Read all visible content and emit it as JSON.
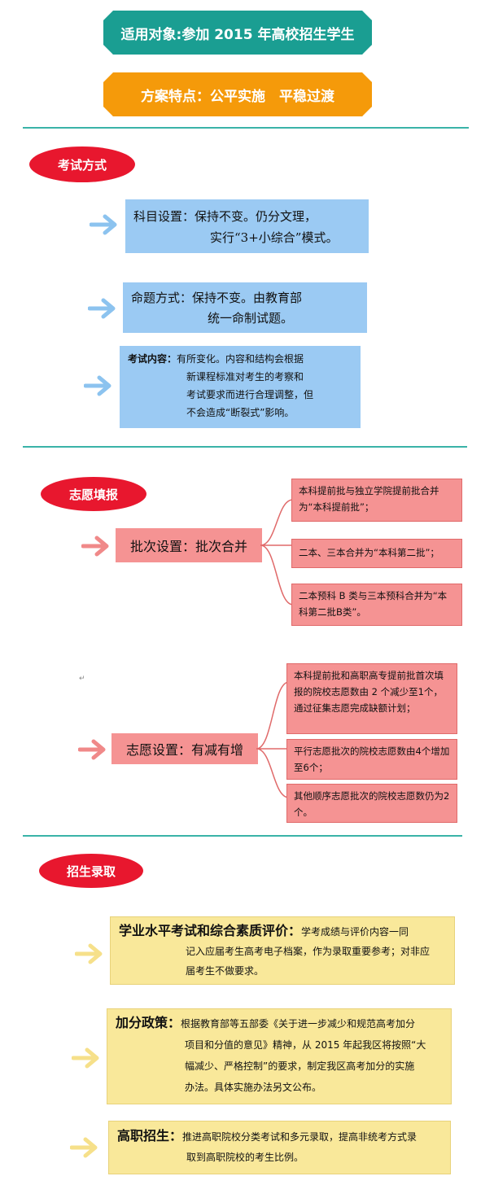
{
  "header": {
    "target": "适用对象:参加 2015 年高校招生学生",
    "features": "方案特点：公平实施　平稳过渡"
  },
  "exam": {
    "section_title": "考试方式",
    "subjects": {
      "label": "科目设置：",
      "line1": "保持不变。仍分文理，",
      "line2": "实行“3+小综合”模式。"
    },
    "proposition": {
      "label": "命题方式：",
      "line1": "保持不变。由教育部",
      "line2": "统一命制试题。"
    },
    "content": {
      "label": "考试内容：",
      "line1": "有所变化。内容和结构会根据",
      "line2": "新课程标准对考生的考察和",
      "line3": "考试要求而进行合理调整，但",
      "line4": "不会造成“断裂式”影响。"
    }
  },
  "volunteer": {
    "section_title": "志愿填报",
    "batch": {
      "label": "批次设置：批次合并",
      "items": [
        "本科提前批与独立学院提前批合并为“本科提前批”；",
        "二本、三本合并为“本科第二批”；",
        "二本预科 B 类与三本预科合并为“本科第二批B类”。"
      ]
    },
    "setting": {
      "label": "志愿设置：有减有增",
      "items": [
        "本科提前批和高职高专提前批首次填报的院校志愿数由 2 个减少至1个，通过征集志愿完成缺额计划；",
        "平行志愿批次的院校志愿数由4个增加至6个；",
        "其他顺序志愿批次的院校志愿数仍为2个。"
      ]
    }
  },
  "admission": {
    "section_title": "招生录取",
    "academic": {
      "label": "学业水平考试和综合素质评价：",
      "text1": "学考成绩与评价内容一同",
      "text2": "记入应届考生高考电子档案，作为录取重要参考；对非应",
      "text3": "届考生不做要求。"
    },
    "bonus": {
      "label": "加分政策：",
      "text1": "根据教育部等五部委《关于进一步减少和规范高考加分",
      "text2": "项目和分值的意见》精神，从 2015 年起我区将按照“大",
      "text3": "幅减少、严格控制”的要求，制定我区高考加分的实施",
      "text4": "办法。具体实施办法另文公布。"
    },
    "vocational": {
      "label": "高职招生：",
      "text1": "推进高职院校分类考试和多元录取，提高非统考方式录",
      "text2": "取到高职院校的考生比例。"
    }
  },
  "colors": {
    "teal": "#1a9e92",
    "orange": "#f59a0a",
    "red": "#e8172e",
    "blue": "#9bcaf3",
    "pink": "#f59393",
    "yellow": "#f9e89a"
  }
}
